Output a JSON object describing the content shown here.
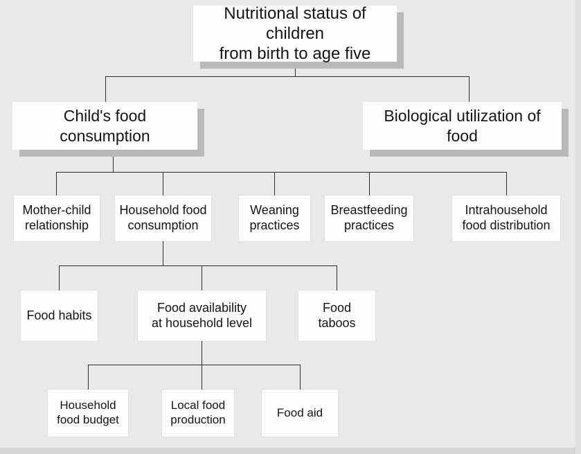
{
  "diagram": {
    "title": "Nutritional status of children\nfrom birth to age five",
    "background_color": "#e9e9e9",
    "box_color": "#fdfdfd",
    "shadow_color": "#b9b9b9",
    "line_color": "#2c2c2c",
    "levels": [
      {
        "level": 1,
        "nodes": [
          {
            "id": "nutritional-status",
            "label": "Nutritional status of children\nfrom birth to age five"
          }
        ]
      },
      {
        "level": 2,
        "nodes": [
          {
            "id": "childs-food-consumption",
            "label": "Child's food consumption"
          },
          {
            "id": "biological-utilization-of-food",
            "label": "Biological utilization of food"
          }
        ]
      },
      {
        "level": 3,
        "nodes": [
          {
            "id": "mother-child-relationship",
            "label": "Mother-child\nrelationship"
          },
          {
            "id": "household-food-consumption",
            "label": "Household food\nconsumption"
          },
          {
            "id": "weaning-practices",
            "label": "Weaning\npractices"
          },
          {
            "id": "breastfeeding-practices",
            "label": "Breastfeeding\npractices"
          },
          {
            "id": "intrahousehold-food-distribution",
            "label": "Intrahousehold\nfood distribution"
          }
        ]
      },
      {
        "level": 4,
        "nodes": [
          {
            "id": "food-habits",
            "label": "Food habits"
          },
          {
            "id": "food-availability-at-household-level",
            "label": "Food availability\nat household level"
          },
          {
            "id": "food-taboos",
            "label": "Food taboos"
          }
        ]
      },
      {
        "level": 5,
        "nodes": [
          {
            "id": "household-food-budget",
            "label": "Household\nfood budget"
          },
          {
            "id": "local-food-production",
            "label": "Local food\nproduction"
          },
          {
            "id": "food-aid",
            "label": "Food aid"
          }
        ]
      }
    ]
  }
}
